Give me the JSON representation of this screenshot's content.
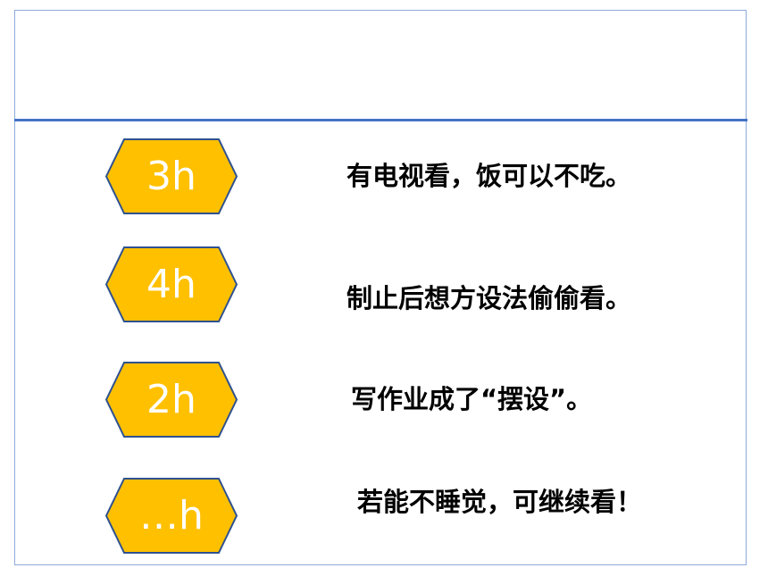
{
  "colors": {
    "hexagon_fill": "#ffc000",
    "hexagon_stroke": "#2f528f",
    "rule": "#4472c4",
    "frame": "#8eaadb"
  },
  "rows": [
    {
      "hours": "3h",
      "text": "有电视看，饭可以不吃。"
    },
    {
      "hours": "4h",
      "text": "制止后想方设法偷偷看。"
    },
    {
      "hours": "2h",
      "text": "写作业成了“摆设”。"
    },
    {
      "hours": "…h",
      "text": "若能不睡觉，可继续看！"
    }
  ]
}
